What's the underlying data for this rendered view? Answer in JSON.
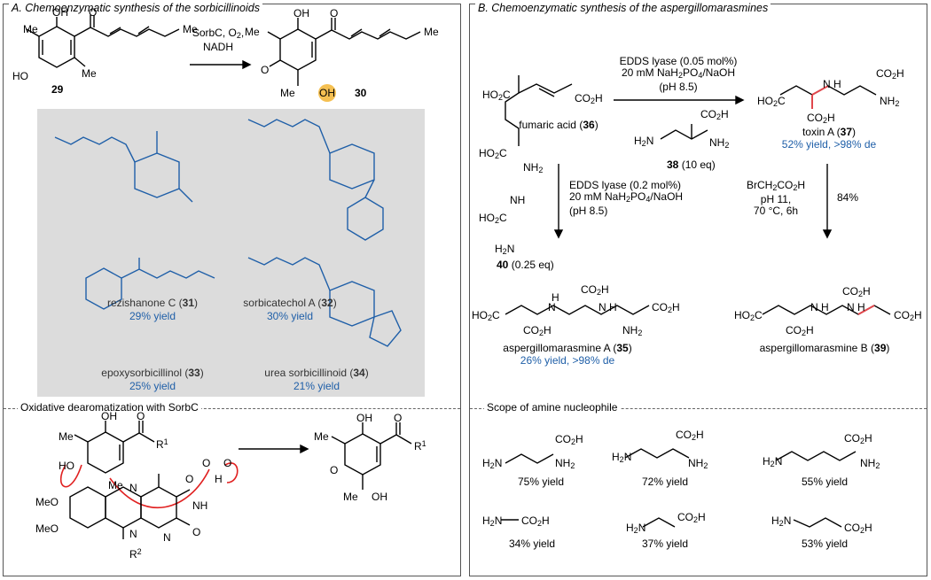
{
  "panel_a": {
    "title": "A. Chemoenzymatic synthesis of the sorbicillinoids",
    "reagents": [
      "SorbC, O",
      "2",
      ",",
      "NADH"
    ],
    "compound_29": "29",
    "compound_30": "30",
    "products": [
      {
        "name": "rezishanone C (",
        "num": "31",
        "close": ")",
        "yield": "29% yield"
      },
      {
        "name": "sorbicatechol A (",
        "num": "32",
        "close": ")",
        "yield": "30% yield"
      },
      {
        "name": "epoxysorbicillinol (",
        "num": "33",
        "close": ")",
        "yield": "25% yield"
      },
      {
        "name": "urea sorbicillinoid (",
        "num": "34",
        "close": ")",
        "yield": "21% yield"
      }
    ],
    "mechanism_title": "Oxidative dearomatization with SorbC"
  },
  "panel_b": {
    "title": "B. Chemoenzymatic synthesis of the aspergillomarasmines",
    "step1_reagents": [
      "EDDS lyase (0.05 mol%)",
      "20 mM NaH",
      "2",
      "PO",
      "4",
      "/NaOH",
      "(pH 8.5)"
    ],
    "fumaric": {
      "name": "fumaric acid (",
      "num": "36",
      "close": ")"
    },
    "amine38": {
      "num": "38",
      "eq": " (10 eq)"
    },
    "toxin": {
      "name": "toxin A (",
      "num": "37",
      "close": ")",
      "yield": "52% yield, >98% de"
    },
    "step2_reagents": [
      "EDDS lyase (0.2 mol%)",
      "20 mM NaH",
      "2",
      "PO",
      "4",
      "/NaOH",
      "(pH 8.5)"
    ],
    "amine40": {
      "num": "40",
      "eq": " (0.25 eq)"
    },
    "step3_reagents": [
      "BrCH",
      "2",
      "CO",
      "2",
      "H",
      "pH 11,",
      "70 °C, 6h"
    ],
    "step3_yield": "84%",
    "asp_a": {
      "name": "aspergillomarasmine A (",
      "num": "35",
      "close": ")",
      "yield": "26% yield, >98% de"
    },
    "asp_b": {
      "name": "aspergillomarasmine B (",
      "num": "39",
      "close": ")"
    },
    "scope_title": "Scope of amine nucleophile",
    "scope_yields": [
      "75% yield",
      "72% yield",
      "55% yield",
      "34% yield",
      "37% yield",
      "53% yield"
    ]
  },
  "colors": {
    "accent_blue": "#1f5fa8",
    "highlight": "#f5c052",
    "bond_red": "#e0474c",
    "arrow_red": "#e02020"
  }
}
